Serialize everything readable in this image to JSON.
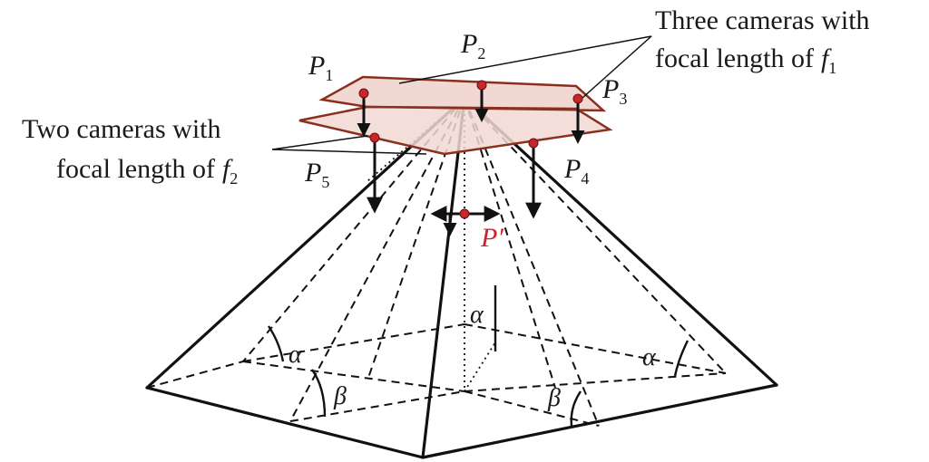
{
  "labels": {
    "p1": "P",
    "p1_sub": "1",
    "p2": "P",
    "p2_sub": "2",
    "p3": "P",
    "p3_sub": "3",
    "p4": "P",
    "p4_sub": "4",
    "p5": "P",
    "p5_sub": "5",
    "p_prime": "P′",
    "three_cameras_line1": "Three cameras with",
    "three_cameras_line2": "focal length of",
    "f1": "f",
    "f1_sub": "1",
    "two_cameras_line1": "Two cameras with",
    "two_cameras_line2": "focal length of",
    "f2": "f",
    "f2_sub": "2",
    "alpha_left": "α",
    "alpha_center": "α",
    "alpha_right": "α",
    "beta_left": "β",
    "beta_right": "β"
  },
  "colors": {
    "plane_fill": "#f2d8d3",
    "plane_edge": "#8a3020",
    "camera_dot": "#c62828",
    "p_prime_label": "#d0202a",
    "lines": "#111111"
  }
}
